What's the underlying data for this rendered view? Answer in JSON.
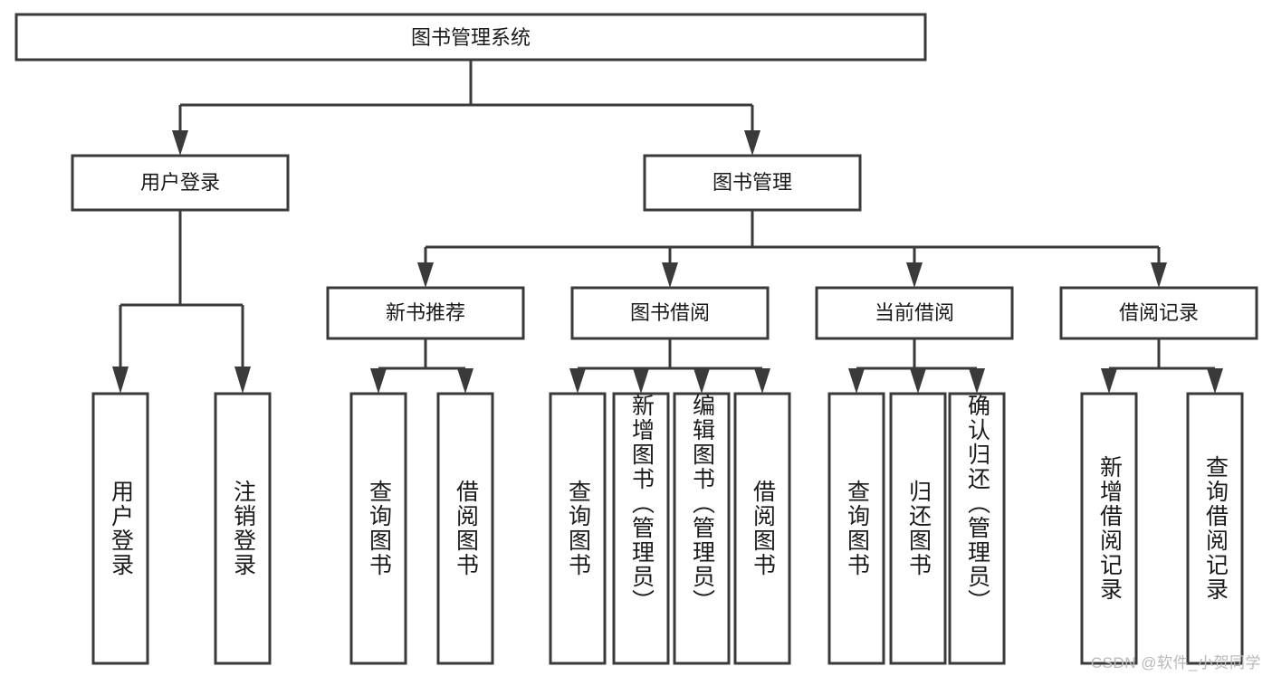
{
  "diagram": {
    "type": "tree-hierarchy-chart",
    "title": "图书管理系统",
    "watermark": "CSDN @软件_小贺同学",
    "colors": {
      "stroke": "#3a3a3a",
      "fill": "#ffffff",
      "text": "#1a1a1a",
      "watermark": "#b9b9b9"
    },
    "root": {
      "label": "图书管理系统"
    },
    "level2": [
      {
        "id": "user-login",
        "label": "用户登录"
      },
      {
        "id": "book-manage",
        "label": "图书管理"
      }
    ],
    "level3": [
      {
        "id": "new-book-recommend",
        "label": "新书推荐",
        "parent": "book-manage"
      },
      {
        "id": "book-borrow",
        "label": "图书借阅",
        "parent": "book-manage"
      },
      {
        "id": "current-borrow",
        "label": "当前借阅",
        "parent": "book-manage"
      },
      {
        "id": "borrow-record",
        "label": "借阅记录",
        "parent": "book-manage"
      }
    ],
    "leaves": {
      "user-login": [
        {
          "id": "leaf-user-login",
          "label": "用户登录"
        },
        {
          "id": "leaf-user-logout",
          "label": "注销登录"
        }
      ],
      "new-book-recommend": [
        {
          "id": "leaf-query-book-1",
          "label": "查询图书"
        },
        {
          "id": "leaf-borrow-book-1",
          "label": "借阅图书"
        }
      ],
      "book-borrow": [
        {
          "id": "leaf-query-book-2",
          "label": "查询图书"
        },
        {
          "id": "leaf-add-book",
          "label": "新增图书（管理员）"
        },
        {
          "id": "leaf-edit-book",
          "label": "编辑图书（管理员）"
        },
        {
          "id": "leaf-borrow-book-2",
          "label": "借阅图书"
        }
      ],
      "current-borrow": [
        {
          "id": "leaf-query-book-3",
          "label": "查询图书"
        },
        {
          "id": "leaf-return-book",
          "label": "归还图书"
        },
        {
          "id": "leaf-confirm-return",
          "label": "确认归还（管理员）"
        }
      ],
      "borrow-record": [
        {
          "id": "leaf-add-record",
          "label": "新增借阅记录"
        },
        {
          "id": "leaf-query-record",
          "label": "查询借阅记录"
        }
      ]
    }
  }
}
